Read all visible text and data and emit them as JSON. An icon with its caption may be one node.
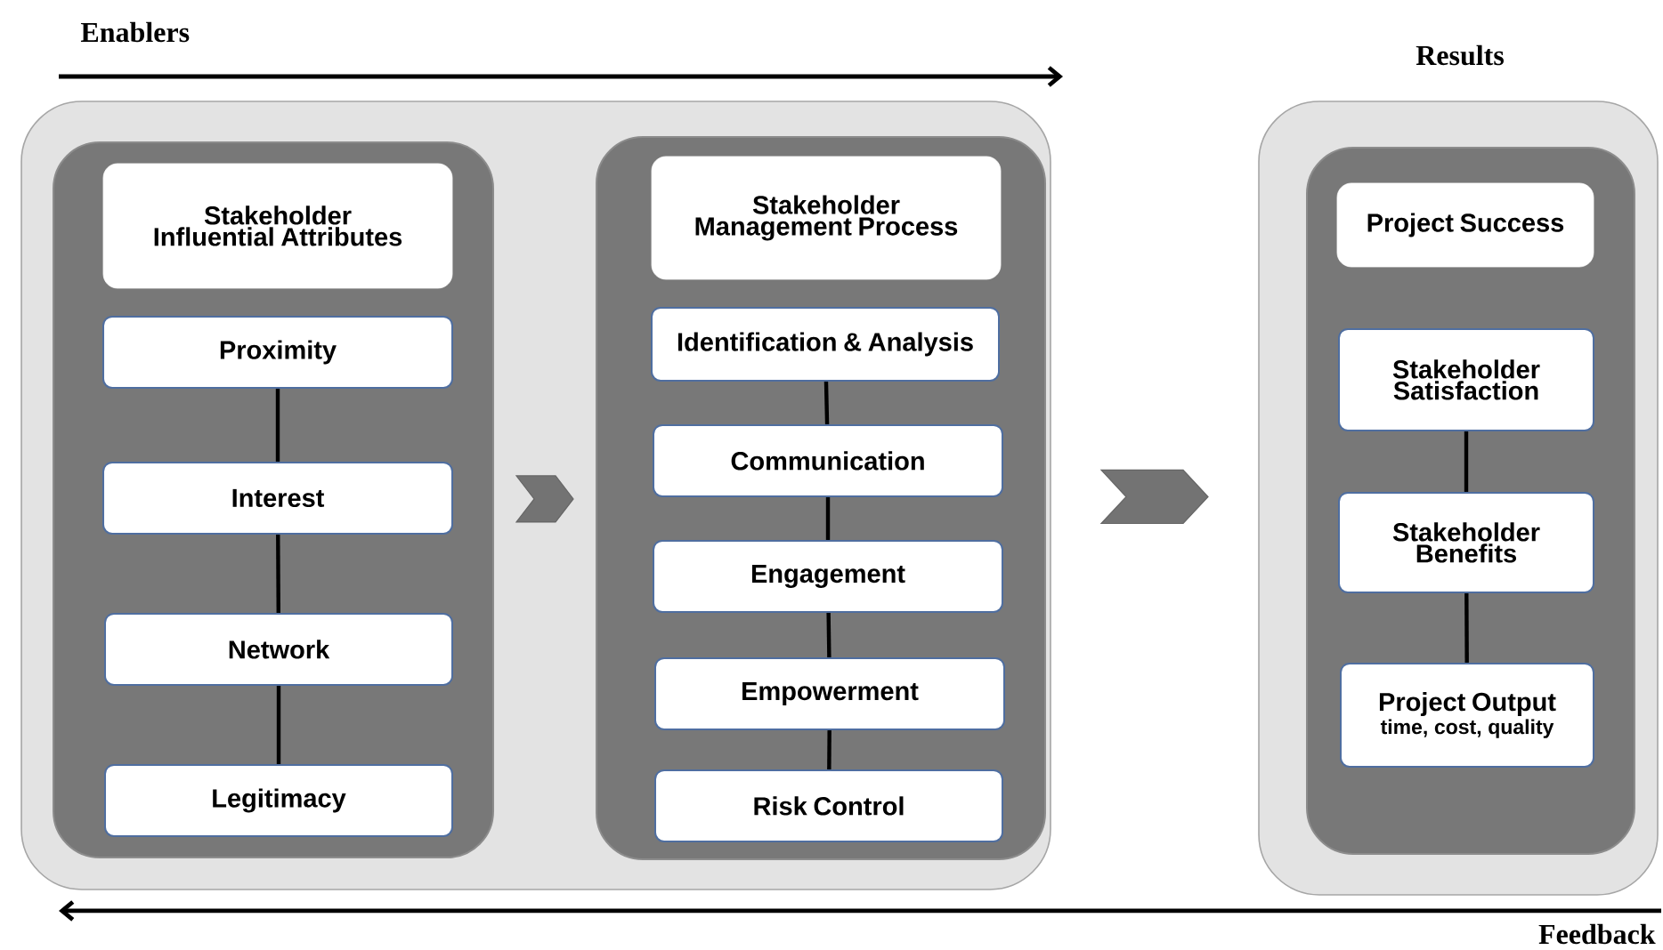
{
  "diagram": {
    "nodes": [
      {
        "text": [],
        "shape": "box"
      },
      {
        "text": [],
        "shape": "box",
        "in": 0
      },
      {
        "text": [
          "Stakeholder Influential Attributes"
        ],
        "in": 1
      },
      {
        "text": [
          "Proximity"
        ],
        "in": 1
      },
      {
        "text": [
          "Interest"
        ],
        "in": 1
      },
      {
        "text": [
          "Network"
        ],
        "in": 1
      },
      {
        "text": [
          "Legitimacy"
        ],
        "in": 1
      },
      {
        "text": [],
        "shape": "box",
        "in": 0
      },
      {
        "text": [
          "Stakeholder Management Process"
        ],
        "in": 7
      },
      {
        "text": [
          "Identification & Analysis"
        ],
        "in": 7
      },
      {
        "text": [
          "Communication"
        ],
        "in": 7
      },
      {
        "text": [
          "Engagement"
        ],
        "in": 7
      },
      {
        "text": [
          "Empowerment"
        ],
        "in": 7
      },
      {
        "text": [
          "Risk Control"
        ],
        "in": 7
      },
      {
        "text": [],
        "shape": "box"
      },
      {
        "text": [],
        "shape": "box",
        "in": 14
      },
      {
        "text": [
          "Project Success"
        ],
        "in": 15
      },
      {
        "text": [
          "Stakeholder Satisfaction"
        ],
        "in": 15
      },
      {
        "text": [
          "Stakeholder Benefits"
        ],
        "in": 15
      },
      {
        "text": [
          "Project Output",
          "time, cost, quality"
        ],
        "in": 15
      }
    ],
    "edges": [
      {
        "from": 3,
        "to": 4,
        "arrow": "none"
      },
      {
        "from": 4,
        "to": 5,
        "arrow": "none"
      },
      {
        "from": 5,
        "to": 6,
        "arrow": "none"
      },
      {
        "from": 9,
        "to": 10,
        "arrow": "none"
      },
      {
        "from": 10,
        "to": 11,
        "arrow": "none"
      },
      {
        "from": 11,
        "to": 12,
        "arrow": "none"
      },
      {
        "from": 12,
        "to": 13,
        "arrow": "none"
      },
      {
        "from": 17,
        "to": 18,
        "arrow": "none"
      },
      {
        "from": 18,
        "to": 19,
        "arrow": "none"
      },
      {
        "from": 1,
        "to": 7,
        "arrow": "to"
      },
      {
        "from": 0,
        "to": 14,
        "arrow": "to"
      }
    ],
    "labels": [
      "Enablers",
      "Results",
      "Feedback"
    ]
  }
}
